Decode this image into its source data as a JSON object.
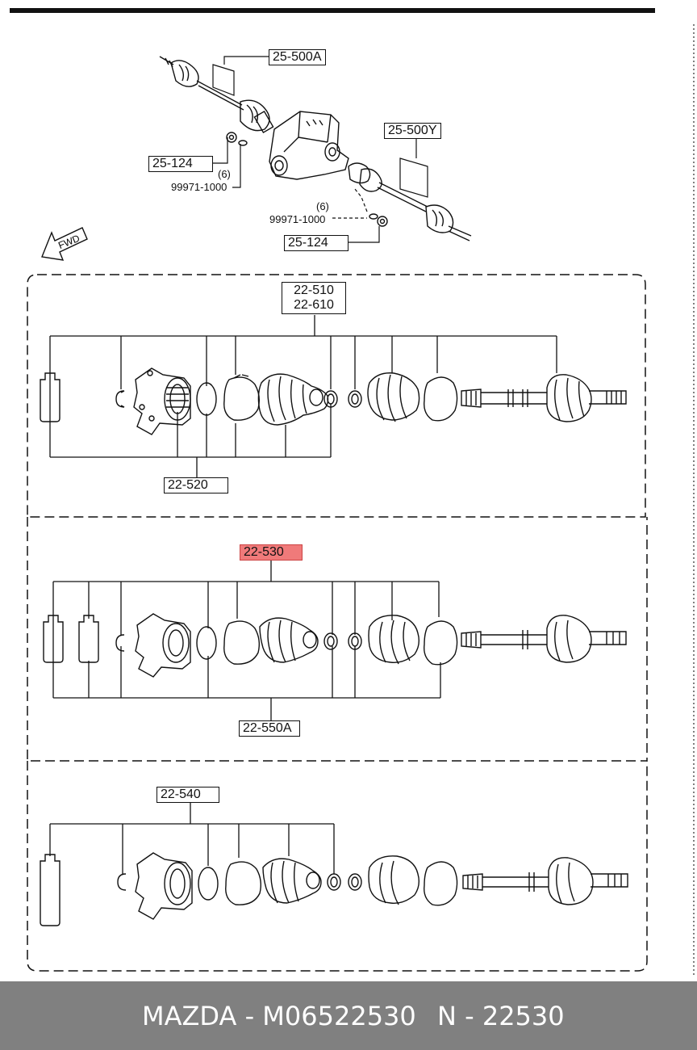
{
  "labels": {
    "top_a": "25-500A",
    "top_y": "25-500Y",
    "nut_left": "25-124",
    "qty_left": "(6)",
    "part_left": "99971-1000",
    "qty_right": "(6)",
    "part_right": "99971-1000",
    "nut_right": "25-124",
    "fwd": "FWD",
    "s1_top1": "22-510",
    "s1_top2": "22-610",
    "s1_bottom": "22-520",
    "s2_top": "22-530",
    "s2_bottom": "22-550A",
    "s3_top": "22-540"
  },
  "footer": {
    "brand_part": "MAZDA - M06522530",
    "ref": "N - 22530"
  },
  "colors": {
    "highlight": "#f07a7a",
    "footer_bg": "#808080"
  }
}
